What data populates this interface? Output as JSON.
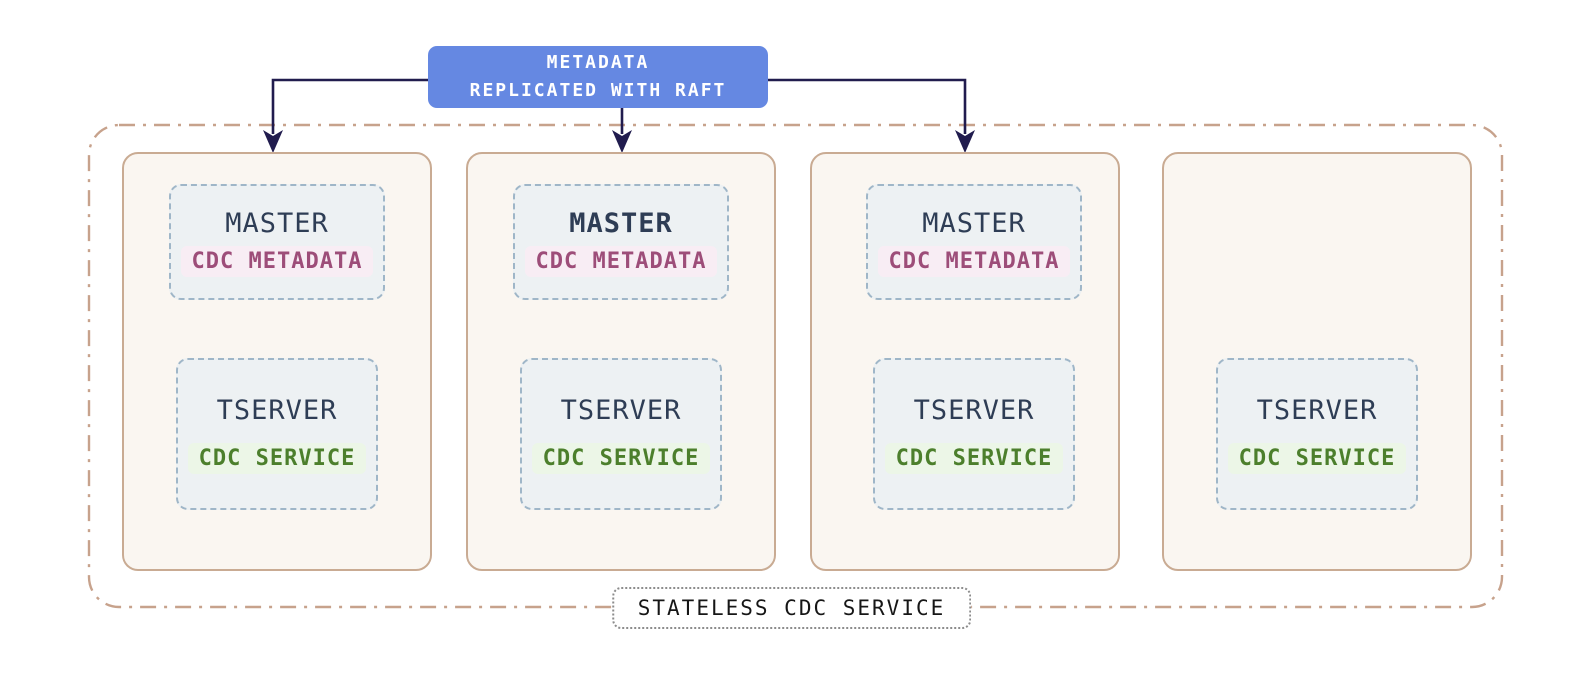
{
  "raft_box": {
    "line1": "METADATA",
    "line2": "REPLICATED WITH RAFT"
  },
  "cluster": {
    "label": "STATELESS CDC SERVICE",
    "nodes": [
      {
        "master": {
          "title": "MASTER",
          "badge": "CDC METADATA"
        },
        "tserver": {
          "title": "TSERVER",
          "badge": "CDC SERVICE"
        },
        "leader": false
      },
      {
        "master": {
          "title": "MASTER",
          "badge": "CDC METADATA"
        },
        "tserver": {
          "title": "TSERVER",
          "badge": "CDC SERVICE"
        },
        "leader": true
      },
      {
        "master": {
          "title": "MASTER",
          "badge": "CDC METADATA"
        },
        "tserver": {
          "title": "TSERVER",
          "badge": "CDC SERVICE"
        },
        "leader": false
      },
      {
        "tserver": {
          "title": "TSERVER",
          "badge": "CDC SERVICE"
        },
        "leader": false
      }
    ]
  },
  "colors": {
    "raft_box_bg": "#6588e2",
    "raft_box_text": "#ffffff",
    "arrow": "#211c4e",
    "outer_border": "#c7a28c",
    "node_border": "#c9ab93",
    "node_bg": "#faf6f1",
    "inner_dashed_border": "#9fb6c8",
    "inner_box_bg": "#edf1f3",
    "title_text": "#2e3d55",
    "cdc_metadata_text": "#9d4d79",
    "cdc_metadata_bg": "#f8edf4",
    "cdc_service_text": "#4c7f2c",
    "cdc_service_bg": "#ecf6e7",
    "stateless_label_text": "#161616"
  }
}
